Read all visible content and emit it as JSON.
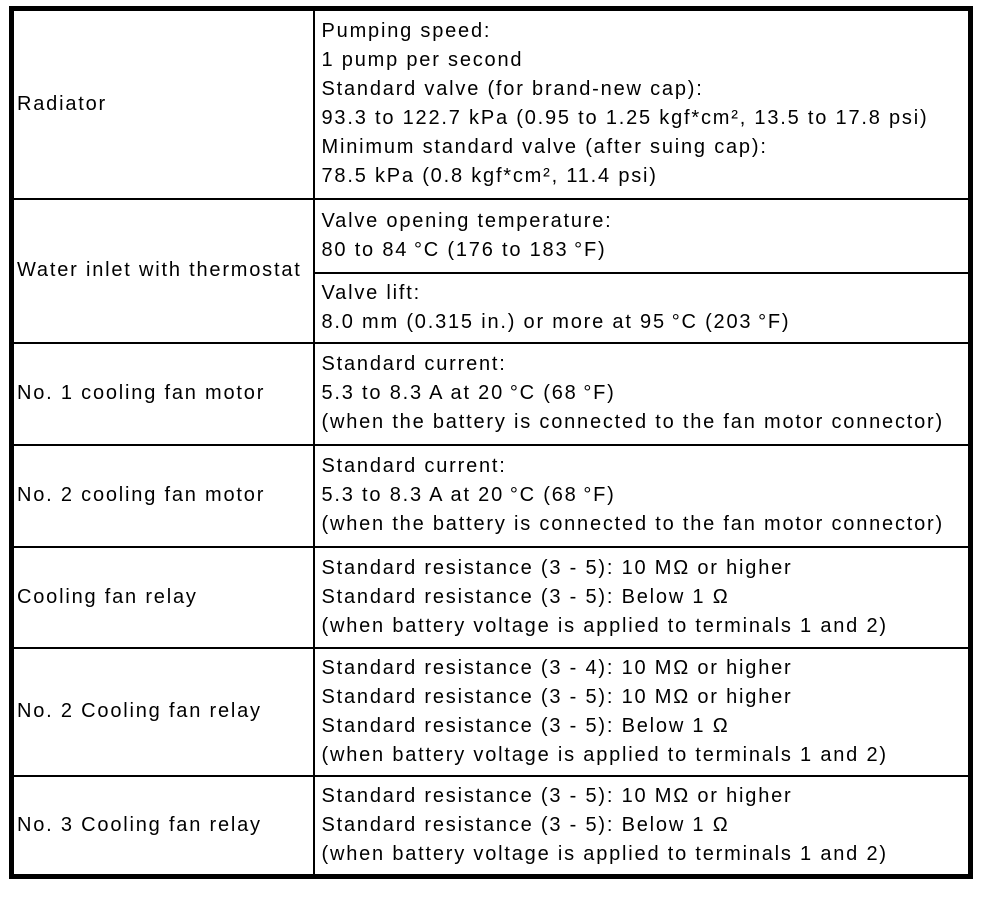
{
  "table": {
    "description": "Cooling system component specifications table",
    "border_color": "#000000",
    "text_color": "#000000",
    "background_color": "#ffffff",
    "rows": [
      {
        "component": "Radiator",
        "specs": [
          {
            "lines": [
              "Pumping speed:",
              "1 pump per second",
              "Standard valve (for brand-new cap):",
              "93.3 to 122.7 kPa (0.95 to 1.25 kgf*cm², 13.5 to 17.8 psi)",
              "Minimum standard valve (after suing cap):",
              "78.5 kPa (0.8 kgf*cm², 11.4 psi)"
            ]
          }
        ]
      },
      {
        "component": "Water inlet with thermostat",
        "specs": [
          {
            "lines": [
              "Valve opening temperature:",
              "80 to 84 °C (176 to 183 °F)"
            ]
          },
          {
            "lines": [
              "Valve lift:",
              "8.0 mm (0.315 in.) or more at 95 °C (203 °F)"
            ]
          }
        ]
      },
      {
        "component": "No. 1 cooling fan motor",
        "specs": [
          {
            "lines": [
              "Standard current:",
              "5.3 to 8.3 A at 20 °C (68 °F)",
              "(when the battery is connected to the fan motor connector)"
            ]
          }
        ]
      },
      {
        "component": "No. 2 cooling fan motor",
        "specs": [
          {
            "lines": [
              "Standard current:",
              "5.3 to 8.3 A at 20 °C (68 °F)",
              "(when the battery is connected to the fan motor connector)"
            ]
          }
        ]
      },
      {
        "component": "Cooling fan relay",
        "specs": [
          {
            "lines": [
              "Standard resistance (3 - 5): 10 MΩ or higher",
              "Standard resistance (3 - 5): Below 1 Ω",
              "(when battery voltage is applied to terminals 1 and 2)"
            ]
          }
        ]
      },
      {
        "component": "No. 2 Cooling fan relay",
        "specs": [
          {
            "lines": [
              "Standard resistance (3 - 4): 10 MΩ or higher",
              "Standard resistance (3 - 5): 10 MΩ or higher",
              "Standard resistance (3 - 5): Below 1 Ω",
              "(when battery voltage is applied to terminals 1 and 2)"
            ]
          }
        ]
      },
      {
        "component": "No. 3 Cooling fan relay",
        "specs": [
          {
            "lines": [
              "Standard resistance (3 - 5): 10 MΩ or higher",
              "Standard resistance (3 - 5): Below 1 Ω",
              "(when battery voltage is applied to terminals 1 and 2)"
            ]
          }
        ]
      }
    ]
  }
}
